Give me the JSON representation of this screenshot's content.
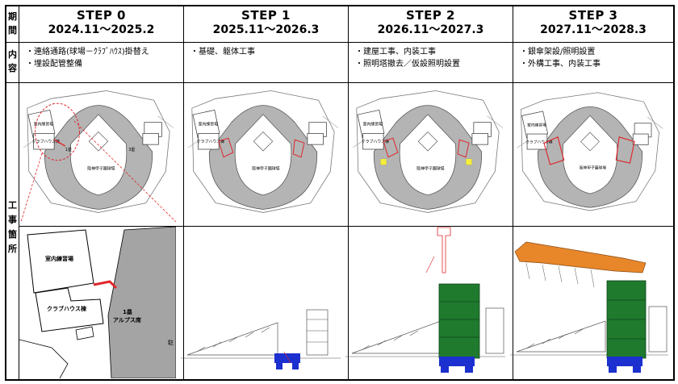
{
  "labels": {
    "period": [
      "期",
      "間"
    ],
    "content": [
      "内",
      "容"
    ],
    "site": [
      "工",
      "事",
      "箇",
      "所"
    ]
  },
  "steps": [
    {
      "name": "STEP 0",
      "period": "2024.11～2025.2",
      "items": [
        "・連絡通路(球場－ｸﾗﾌﾞﾊｳｽ)掛替え",
        "・埋設配管整備"
      ]
    },
    {
      "name": "STEP 1",
      "period": "2025.11～2026.3",
      "items": [
        "・基礎、躯体工事"
      ]
    },
    {
      "name": "STEP 2",
      "period": "2026.11～2027.3",
      "items": [
        "・建屋工事、内装工事",
        "・照明塔撤去／仮設照明設置"
      ]
    },
    {
      "name": "STEP 3",
      "period": "2027.11～2028.3",
      "items": [
        "・銀傘架設/照明設置",
        "・外構工事、内装工事"
      ]
    }
  ],
  "map_labels": {
    "indoor": "室内練習場",
    "clubhouse": "クラブハウス棟",
    "alps1": "1塁\nアルプス席",
    "alps3": "3塁\nアルプス席",
    "field": "阪神甲子園球場"
  },
  "detail_labels": {
    "indoor": "室内練習場",
    "clubhouse": "クラブハウス棟",
    "alps_line1": "1塁",
    "alps_line2": "アルプス席",
    "side": "駐"
  },
  "colors": {
    "red": "#e0262b",
    "green": "#1f7a2e",
    "orange": "#e8862a",
    "blue": "#1c2fcf",
    "gray": "#a4a4a4",
    "yellow": "#f4ee3a"
  }
}
